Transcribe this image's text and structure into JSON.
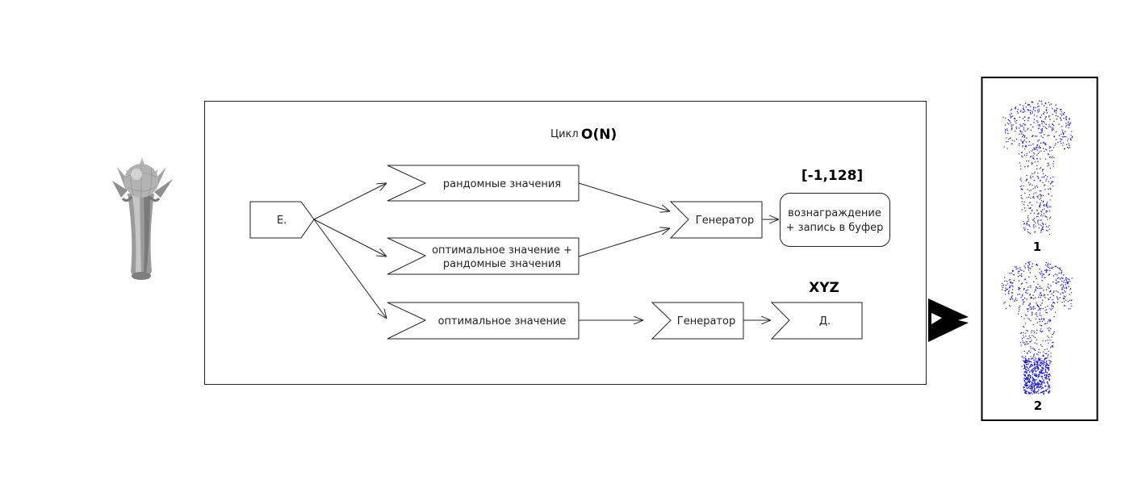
{
  "loop": {
    "label": "Цикл",
    "complexity": "O(N)"
  },
  "input_node": {
    "label": "Е."
  },
  "branches": {
    "random": "рандомные значения",
    "optimal_random_line1": "оптимальное значение +",
    "optimal_random_line2": "рандомные значения",
    "optimal": "оптимальное значение"
  },
  "generator_top": {
    "label": "Генератор"
  },
  "generator_bottom": {
    "label": "Генератор"
  },
  "reward_box": {
    "line1": "вознаграждение",
    "line2": "+ запись в буфер"
  },
  "range_label": "[-1,128]",
  "xyz_label": "XYZ",
  "output_node": {
    "label": "Д."
  },
  "results": {
    "label_1": "1",
    "label_2": "2"
  },
  "colors": {
    "points": "#1a1acc",
    "stroke": "#222222",
    "model_gray": "#9a9a9a"
  },
  "icons": [
    "trophy-model",
    "big-arrow-icon",
    "point-cloud-1",
    "point-cloud-2"
  ]
}
